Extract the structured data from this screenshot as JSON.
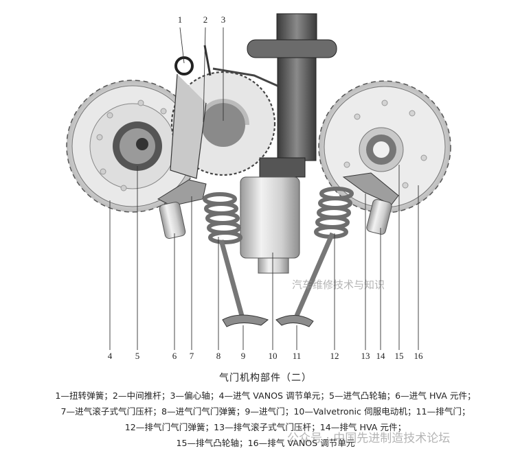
{
  "figure": {
    "callouts": [
      "1",
      "2",
      "3",
      "4",
      "5",
      "6",
      "7",
      "8",
      "9",
      "10",
      "11",
      "12",
      "13",
      "14",
      "15",
      "16"
    ],
    "watermark": "汽车维修技术与知识"
  },
  "caption": {
    "title": "气门机构部件（二）",
    "legend_lines": [
      "1—扭转弹簧；2—中间推杆；3—偏心轴；4—进气 VANOS 调节单元；5—进气凸轮轴；6—进气 HVA 元件；",
      "7—进气滚子式气门压杆；8—进气门气门弹簧；9—进气门；10—Valvetronic 伺服电动机；11—排气门；",
      "12—排气门气门弹簧；13—排气滚子式气门压杆；14—排气 HVA 元件；",
      "15—排气凸轮轴；16—排气 VANOS 调节单元"
    ],
    "watermark": "公众号 · 中国先进制造技术论坛"
  }
}
